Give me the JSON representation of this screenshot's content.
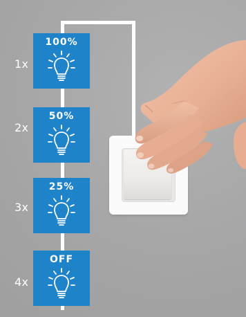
{
  "levels": [
    {
      "count": "1x",
      "label": "100%"
    },
    {
      "count": "2x",
      "label": "50%"
    },
    {
      "count": "3x",
      "label": "25%"
    },
    {
      "count": "4x",
      "label": "OFF"
    }
  ],
  "colors": {
    "background": "#a9a9aa",
    "tile": "#1f83ca",
    "wire": "#ffffff",
    "switch_plate": "#fbfbfb",
    "switch_rocker": "#efeeeb",
    "skin": "#eab69b"
  },
  "icons": [
    "lightbulb-icon",
    "light-switch",
    "hand"
  ]
}
